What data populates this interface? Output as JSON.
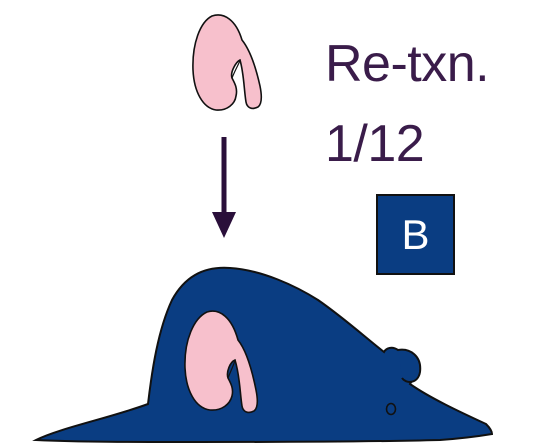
{
  "text": {
    "line1": "Re-txn.",
    "line2": "1/12",
    "badge": "B"
  },
  "icons": {
    "kidney_top": "kidney-icon",
    "arrow": "arrow-down-icon",
    "mouse": "mouse-silhouette-icon",
    "kidney_in_mouse": "kidney-icon"
  },
  "colors": {
    "kidney": "#f7c0cc",
    "mouse": "#0a3d82",
    "badge": "#0a3d82",
    "text": "#3a1c4a",
    "outline": "#111111"
  }
}
